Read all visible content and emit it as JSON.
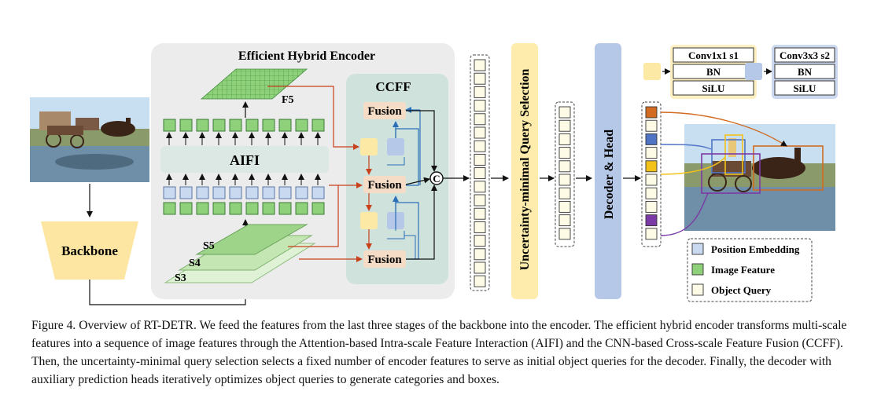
{
  "encoder": {
    "title": "Efficient Hybrid Encoder",
    "aifi": "AIFI",
    "f5": "F5",
    "s5": "S5",
    "s4": "S4",
    "s3": "S3"
  },
  "ccff": {
    "title": "CCFF",
    "fusion": "Fusion",
    "concat": "C"
  },
  "backbone": {
    "label": "Backbone"
  },
  "query_selection": {
    "label": "Uncertainty-minimal Query Selection"
  },
  "decoder": {
    "label": "Decoder & Head"
  },
  "blocks": {
    "yellow": [
      "Conv1x1 s1",
      "BN",
      "SiLU"
    ],
    "blue": [
      "Conv3x3 s2",
      "BN",
      "SiLU"
    ]
  },
  "legend": {
    "items": [
      {
        "label": "Position Embedding",
        "color": "#c9d9f0"
      },
      {
        "label": "Image Feature",
        "color": "#8fd07a"
      },
      {
        "label": "Object Query",
        "color": "#fdfbe6"
      }
    ]
  },
  "query_colors": [
    "#d26b21",
    "#fdfbe6",
    "#4f74c3",
    "#fdfbe6",
    "#f2c21a",
    "#fdfbe6",
    "#fdfbe6",
    "#fdfbe6",
    "#7b3aa5"
  ],
  "caption": "Figure 4. Overview of RT-DETR. We feed the features from the last three stages of the backbone into the encoder. The efficient hybrid encoder transforms multi-scale features into a sequence of image features through the Attention-based Intra-scale Feature Interaction (AIFI) and the CNN-based Cross-scale Feature Fusion (CCFF). Then, the uncertainty-minimal query selection selects a fixed number of encoder features to serve as initial object queries for the decoder. Finally, the decoder with auxiliary prediction heads iteratively optimizes object queries to generate categories and boxes."
}
